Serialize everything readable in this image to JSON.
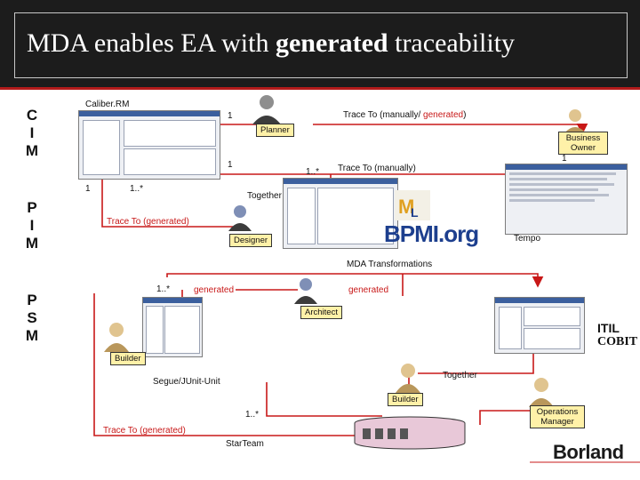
{
  "slide": {
    "title_prefix": "MDA enables EA with ",
    "title_bold": "generated",
    "title_suffix": " traceability"
  },
  "levels": [
    {
      "letters": [
        "C",
        "I",
        "M"
      ]
    },
    {
      "letters": [
        "P",
        "I",
        "M"
      ]
    },
    {
      "letters": [
        "P",
        "S",
        "M"
      ]
    }
  ],
  "tools": {
    "caliber": "Caliber.RM",
    "segue": "Segue/JUnit-Unit",
    "starteam": "StarTeam",
    "tempo": "Tempo",
    "bpmi": "BPMI.org",
    "itil": "ITIL",
    "cobit": "COBIT",
    "borland": "Borland"
  },
  "roles": {
    "planner": "Planner",
    "business_owner": "Business Owner",
    "designer": "Designer",
    "architect": "Architect",
    "builder_left": "Builder",
    "builder_center": "Builder",
    "operations_manager": "Operations Manager"
  },
  "links": {
    "trace_manual_gen_prefix": "Trace To (manually/ ",
    "trace_manual_gen_red": "generated",
    "trace_manual_gen_suffix": ")",
    "trace_manual": "Trace To (manually)",
    "together_top": "Together",
    "trace_generated_top": "Trace To (generated)",
    "mda_transformations": "MDA Transformations",
    "generated_left": "generated",
    "generated_right": "generated",
    "together_bottom": "Together",
    "trace_generated_bottom": "Trace To (generated)"
  },
  "multiplicities": {
    "m_top_1": "1",
    "m_mid_1": "1",
    "m_left_1": "1",
    "m_left_many": "1..*",
    "m_center_many": "1..*",
    "m_right_1": "1",
    "m_psm_many": "1..*",
    "m_bottom_many": "1..*"
  },
  "colors": {
    "header_bg": "#1c1c1c",
    "accent_red": "#b31b1b",
    "role_fill": "#fff1a8",
    "person_head": "#7f8fb6",
    "person_body": "#3c3c3c",
    "person_head_warm": "#e0c48f"
  }
}
